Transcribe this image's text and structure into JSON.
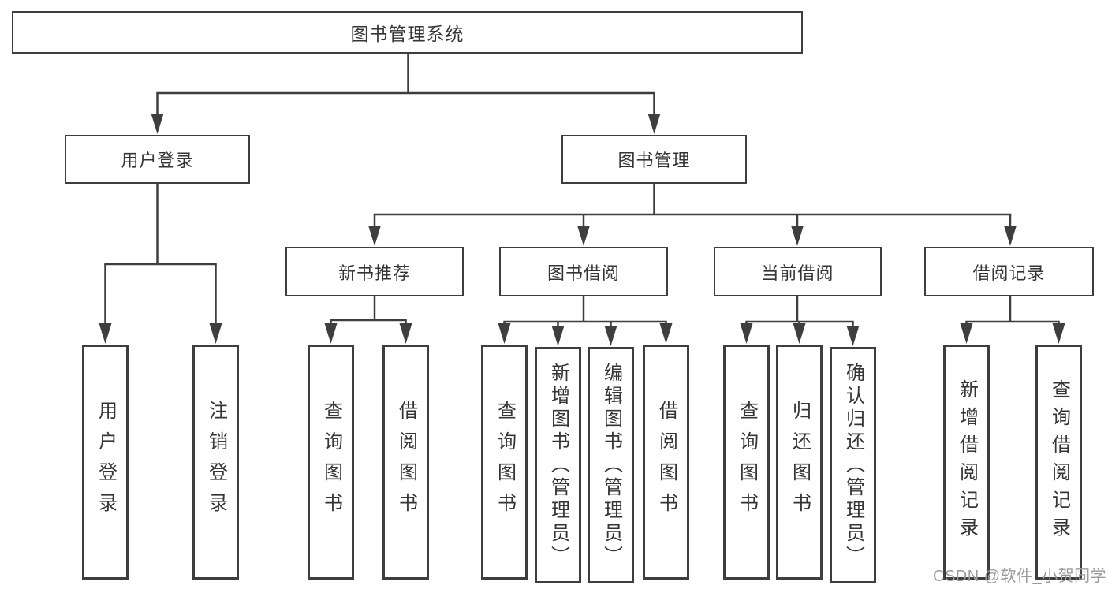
{
  "colors": {
    "line": "#3e3e3e",
    "text": "#353535",
    "watermark": "#9b9b9b",
    "background": "#ffffff"
  },
  "diagram": {
    "root": {
      "label": "图书管理系统"
    },
    "branches": [
      {
        "label": "用户登录",
        "children": [
          {
            "label": "用户登录"
          },
          {
            "label": "注销登录"
          }
        ]
      },
      {
        "label": "图书管理",
        "children": [
          {
            "label": "新书推荐",
            "children": [
              {
                "label": "查询图书"
              },
              {
                "label": "借阅图书"
              }
            ]
          },
          {
            "label": "图书借阅",
            "children": [
              {
                "label": "查询图书"
              },
              {
                "label": "新增图书（管理员）"
              },
              {
                "label": "编辑图书（管理员）"
              },
              {
                "label": "借阅图书"
              }
            ]
          },
          {
            "label": "当前借阅",
            "children": [
              {
                "label": "查询图书"
              },
              {
                "label": "归还图书"
              },
              {
                "label": "确认归还（管理员）"
              }
            ]
          },
          {
            "label": "借阅记录",
            "children": [
              {
                "label": "新增借阅记录"
              },
              {
                "label": "查询借阅记录"
              }
            ]
          }
        ]
      }
    ]
  },
  "watermark": {
    "text": "CSDN @软件_小贺同学"
  }
}
